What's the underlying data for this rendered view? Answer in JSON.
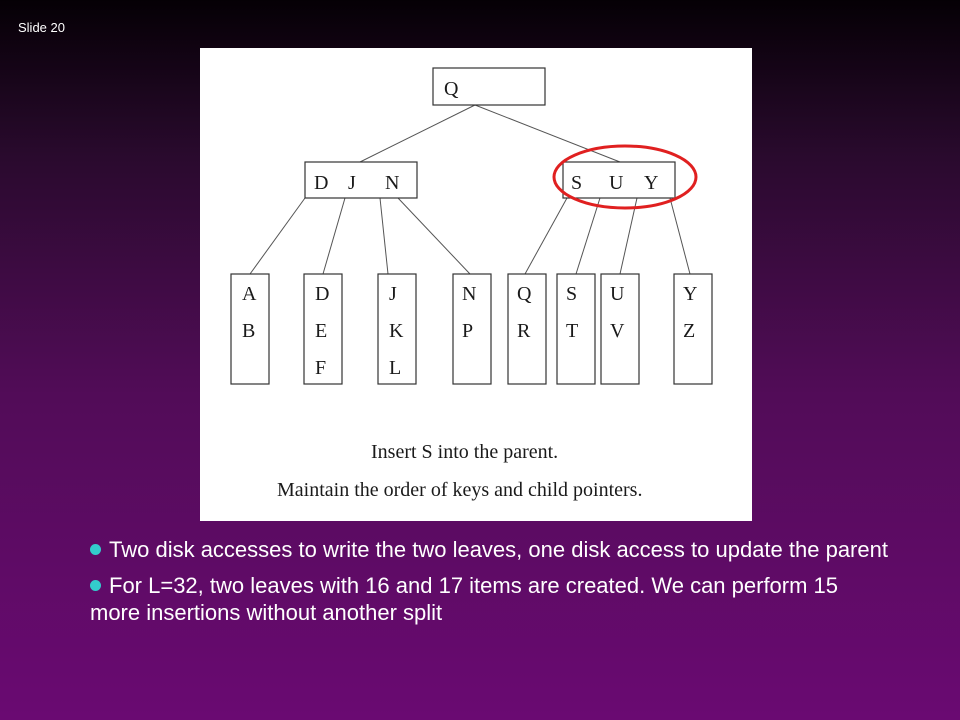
{
  "slide": {
    "label": "Slide 20"
  },
  "tree": {
    "root": {
      "keys": [
        "Q"
      ]
    },
    "internal": [
      {
        "keys": [
          "D",
          "J",
          "N"
        ]
      },
      {
        "keys": [
          "S",
          "U",
          "Y"
        ],
        "highlighted": true
      }
    ],
    "leaves": [
      {
        "keys": [
          "A",
          "B"
        ]
      },
      {
        "keys": [
          "D",
          "E",
          "F"
        ]
      },
      {
        "keys": [
          "J",
          "K",
          "L"
        ]
      },
      {
        "keys": [
          "N",
          "P"
        ]
      },
      {
        "keys": [
          "Q",
          "R"
        ]
      },
      {
        "keys": [
          "S",
          "T"
        ]
      },
      {
        "keys": [
          "U",
          "V"
        ]
      },
      {
        "keys": [
          "Y",
          "Z"
        ]
      }
    ],
    "caption_line1": "Insert S into the parent.",
    "caption_line2": "Maintain the order of keys and child pointers.",
    "highlight_color": "#e02020"
  },
  "bullets": [
    {
      "text": "Two disk accesses to write the two leaves, one disk access to update the parent"
    },
    {
      "text": "For L=32, two leaves with 16 and 17 items are created. We can perform 15 more insertions without another split"
    }
  ],
  "colors": {
    "bullet_dot": "#33cccc",
    "text": "#ffffff"
  }
}
